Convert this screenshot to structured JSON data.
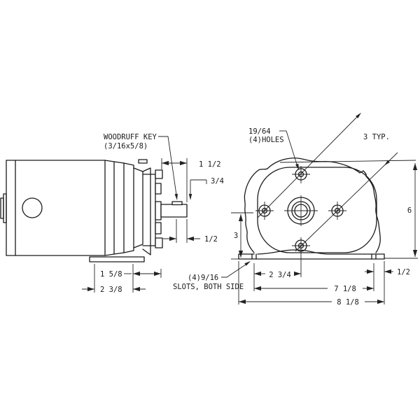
{
  "figure": {
    "type": "engineering-dimension-drawing",
    "background": "#ffffff",
    "line_color": "#1a1a1a",
    "side_view": {
      "woodruff_key_label_1": "WOODRUFF KEY",
      "woodruff_key_label_2": "(3/16x5/8)",
      "dim_shaft_extension": "1 1/2",
      "dim_key_to_shaft": "3/4",
      "dim_shaft_tip": "1/2",
      "dim_base_front": "1 5/8",
      "dim_base_length": "2 3/8"
    },
    "end_view": {
      "holes_label_1": "19/64",
      "holes_label_2": "(4)HOLES",
      "dim_hole_spacing": "3 TYP.",
      "dim_overall_height": "6",
      "dim_center_height": "3",
      "dim_center_to_slot": "2 3/4",
      "dim_slot_span": "7 1/8",
      "dim_overall_width": "8 1/8",
      "dim_slot_to_edge": "1/2",
      "slots_label_1": "(4)9/16",
      "slots_label_2": "SLOTS, BOTH SIDE"
    }
  }
}
